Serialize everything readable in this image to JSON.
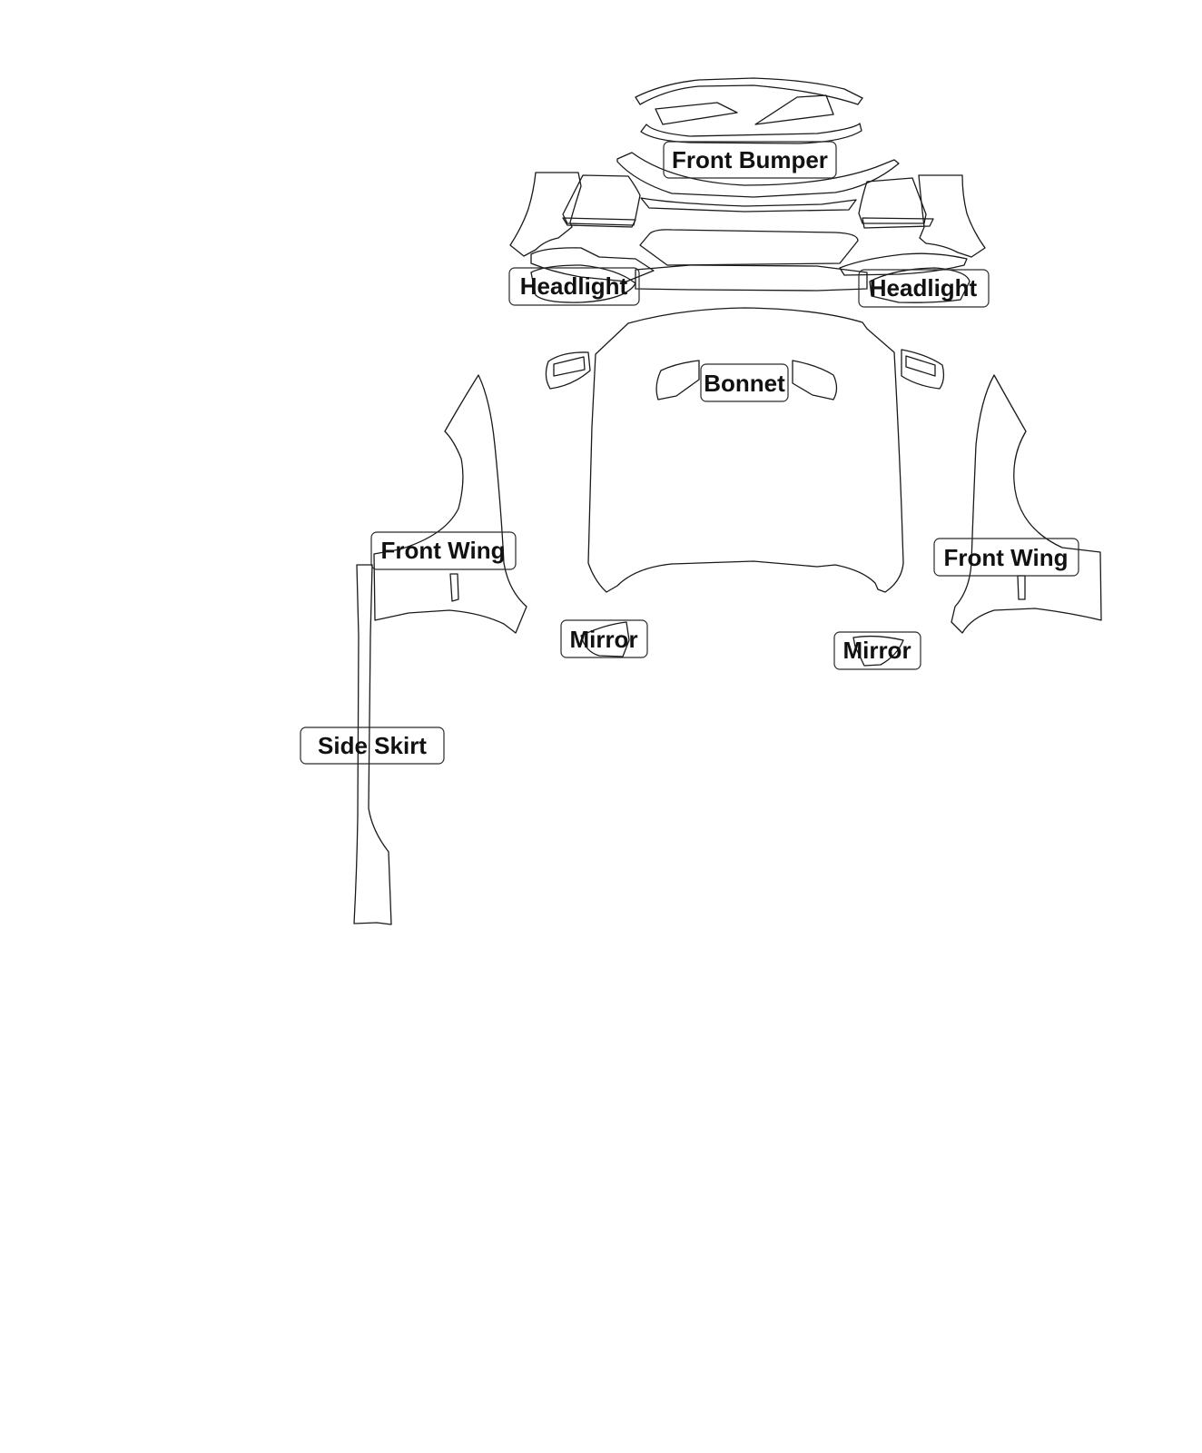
{
  "labels": {
    "front_bumper": "Front Bumper",
    "headlight_left": "Headlight",
    "headlight_right": "Headlight",
    "bonnet": "Bonnet",
    "front_wing_left": "Front Wing",
    "front_wing_right": "Front Wing",
    "mirror_left": "Mirror",
    "mirror_right": "Mirror",
    "side_skirt": "Side Skirt"
  },
  "colors": {
    "outline": "#1a1a1a",
    "background": "#ffffff"
  }
}
